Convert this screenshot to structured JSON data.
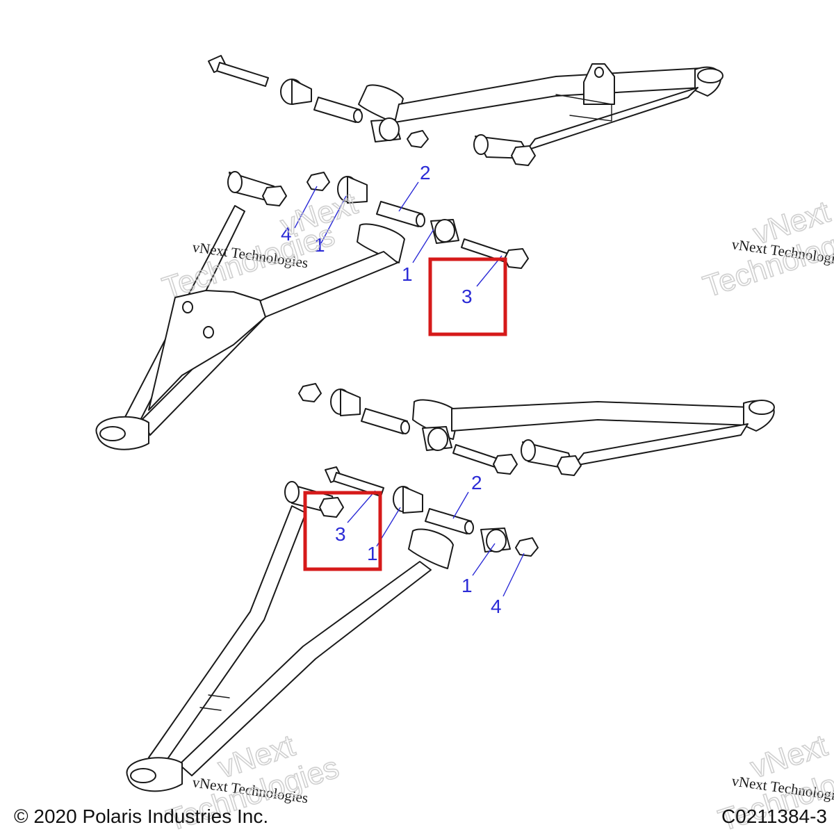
{
  "callouts": {
    "top_assembly": [
      {
        "id": "c-top-2",
        "label": "2"
      },
      {
        "id": "c-top-4",
        "label": "4"
      },
      {
        "id": "c-top-1a",
        "label": "1"
      },
      {
        "id": "c-top-1b",
        "label": "1"
      },
      {
        "id": "c-top-3",
        "label": "3"
      }
    ],
    "bottom_assembly": [
      {
        "id": "c-bot-2",
        "label": "2"
      },
      {
        "id": "c-bot-3",
        "label": "3"
      },
      {
        "id": "c-bot-1a",
        "label": "1"
      },
      {
        "id": "c-bot-1b",
        "label": "1"
      },
      {
        "id": "c-bot-4",
        "label": "4"
      }
    ]
  },
  "highlight_color": "#d61a1a",
  "callout_color": "#2b2bd6",
  "watermark": {
    "brand": "vNext Technologies",
    "line1": "vNext",
    "line2": "Technologies"
  },
  "footer": {
    "copyright": "© 2020 Polaris Industries Inc.",
    "diagram_code": "C0211384-3"
  }
}
